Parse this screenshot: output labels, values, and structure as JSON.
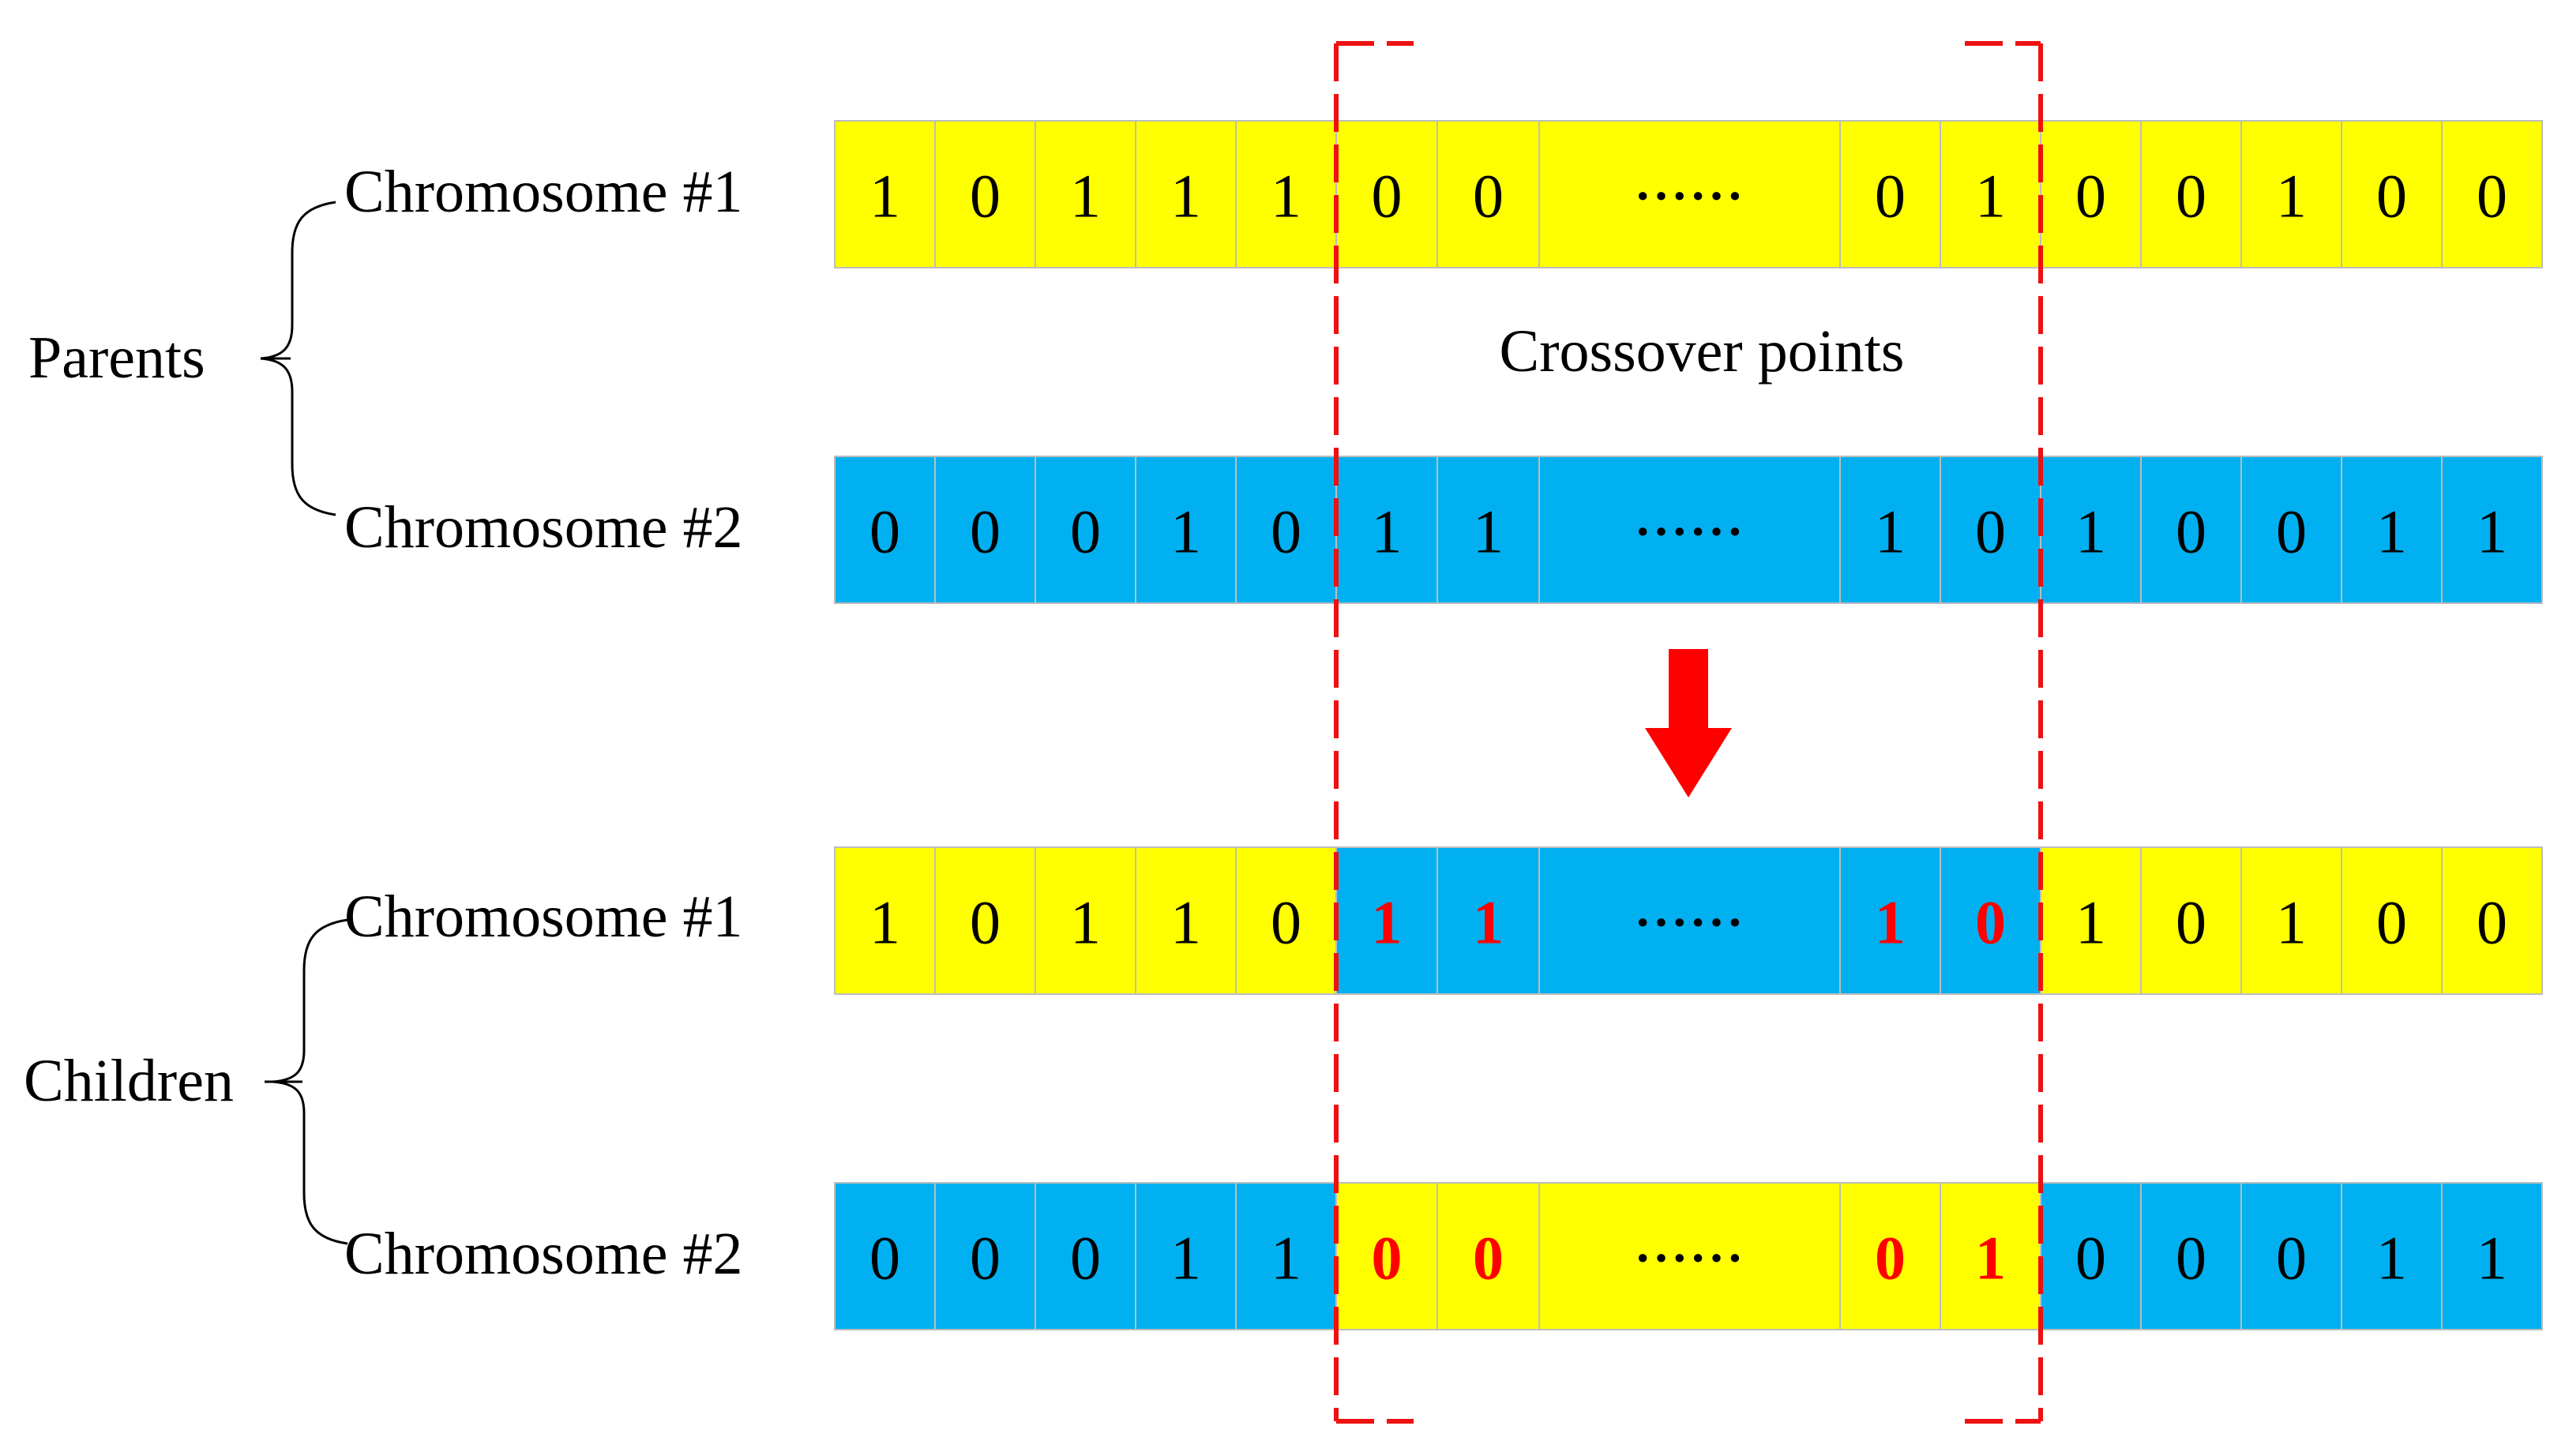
{
  "colors": {
    "yellow": "#FFFF00",
    "blue": "#00B0F0",
    "highlight_text": "#FF0000",
    "normal_text": "#000000",
    "dash": "#EE1111",
    "arrow": "#FF0000",
    "cell_border": "#BDBDBD"
  },
  "groups": {
    "parents": "Parents",
    "children": "Children"
  },
  "crossover_label": "Crossover points",
  "rows": [
    {
      "label": "Chromosome #1",
      "cells": [
        "1",
        "0",
        "1",
        "1",
        "1",
        "0",
        "0",
        "······",
        "0",
        "1",
        "0",
        "0",
        "1",
        "0",
        "0"
      ],
      "fills": [
        "yellow",
        "yellow",
        "yellow",
        "yellow",
        "yellow",
        "yellow",
        "yellow",
        "yellow",
        "yellow",
        "yellow",
        "yellow",
        "yellow",
        "yellow",
        "yellow",
        "yellow"
      ],
      "highlighted": [
        false,
        false,
        false,
        false,
        false,
        false,
        false,
        false,
        false,
        false,
        false,
        false,
        false,
        false,
        false
      ]
    },
    {
      "label": "Chromosome #2",
      "cells": [
        "0",
        "0",
        "0",
        "1",
        "0",
        "1",
        "1",
        "······",
        "1",
        "0",
        "1",
        "0",
        "0",
        "1",
        "1"
      ],
      "fills": [
        "blue",
        "blue",
        "blue",
        "blue",
        "blue",
        "blue",
        "blue",
        "blue",
        "blue",
        "blue",
        "blue",
        "blue",
        "blue",
        "blue",
        "blue"
      ],
      "highlighted": [
        false,
        false,
        false,
        false,
        false,
        false,
        false,
        false,
        false,
        false,
        false,
        false,
        false,
        false,
        false
      ]
    },
    {
      "label": "Chromosome #1",
      "cells": [
        "1",
        "0",
        "1",
        "1",
        "0",
        "1",
        "1",
        "······",
        "1",
        "0",
        "1",
        "0",
        "1",
        "0",
        "0"
      ],
      "fills": [
        "yellow",
        "yellow",
        "yellow",
        "yellow",
        "yellow",
        "blue",
        "blue",
        "blue",
        "blue",
        "blue",
        "yellow",
        "yellow",
        "yellow",
        "yellow",
        "yellow"
      ],
      "highlighted": [
        false,
        false,
        false,
        false,
        false,
        true,
        true,
        false,
        true,
        true,
        false,
        false,
        false,
        false,
        false
      ]
    },
    {
      "label": "Chromosome #2",
      "cells": [
        "0",
        "0",
        "0",
        "1",
        "1",
        "0",
        "0",
        "······",
        "0",
        "1",
        "0",
        "0",
        "0",
        "1",
        "1"
      ],
      "fills": [
        "blue",
        "blue",
        "blue",
        "blue",
        "blue",
        "yellow",
        "yellow",
        "yellow",
        "yellow",
        "yellow",
        "blue",
        "blue",
        "blue",
        "blue",
        "blue"
      ],
      "highlighted": [
        false,
        false,
        false,
        false,
        false,
        true,
        true,
        false,
        true,
        true,
        false,
        false,
        false,
        false,
        false
      ]
    }
  ]
}
